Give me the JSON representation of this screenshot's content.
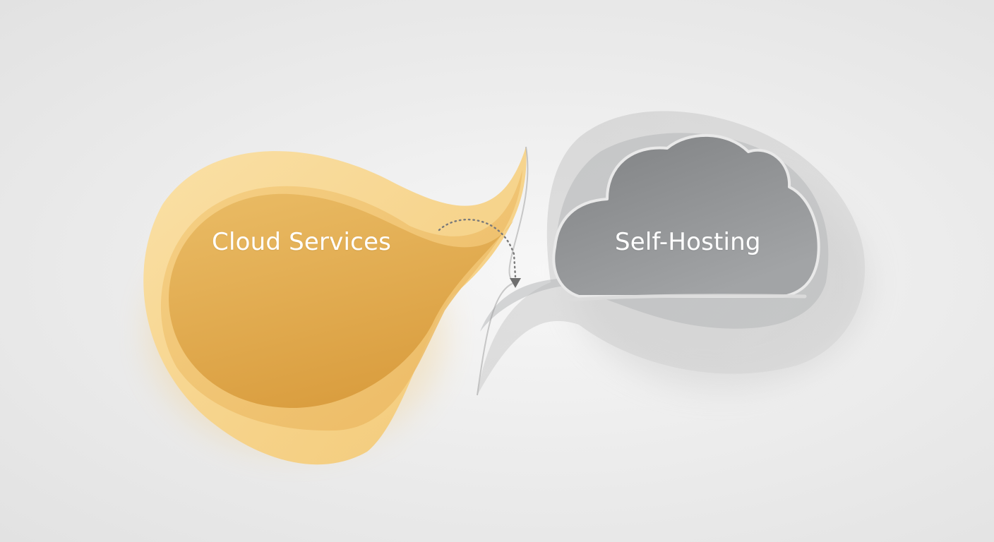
{
  "nodes": {
    "cloud_services": {
      "label": "Cloud Services",
      "color": "#e3ad51"
    },
    "self_hosting": {
      "label": "Self-Hosting",
      "color": "#8f9193"
    }
  },
  "connector": {
    "style": "dotted arrow",
    "from": "cloud_services",
    "to": "self_hosting"
  }
}
